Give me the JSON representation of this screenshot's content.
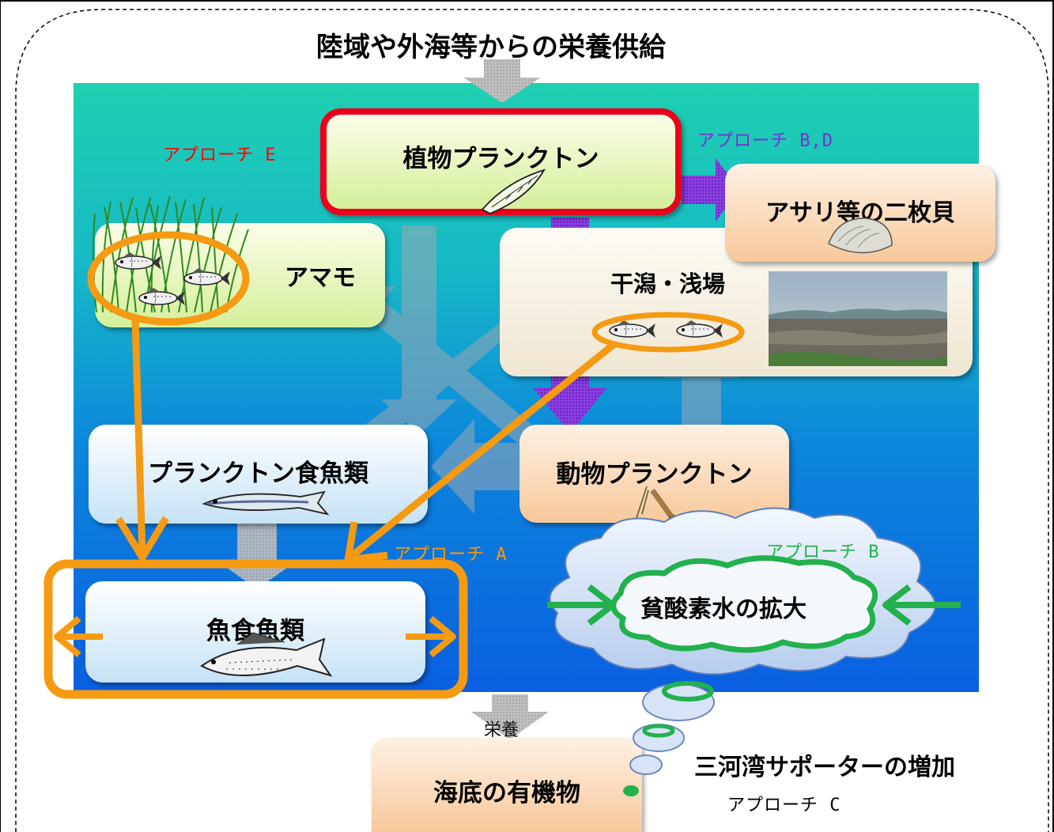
{
  "top_supply": "陸域や外海等からの栄養供給",
  "nodes": {
    "phytoplankton": "植物プランクトン",
    "eelgrass": "アマモ",
    "tidal_flat": "干潟・浅場",
    "bivalves": "アサリ等の二枚貝",
    "plankton_fish": "プランクトン食魚類",
    "zooplankton": "動物プランクトン",
    "piscivorous_fish": "魚食魚類",
    "hypoxia": "貧酸素水の拡大",
    "seabed_organics": "海底の有機物",
    "supporters": "三河湾サポーターの増加"
  },
  "nutrient_label": "栄養",
  "approaches": {
    "E": "アプローチ E",
    "BD": "アプローチ B,D",
    "A": "アプローチ A",
    "B": "アプローチ B",
    "C": "アプローチ C"
  },
  "colors": {
    "approach_E": "#ff0000",
    "approach_BD": "#7a2fd0",
    "approach_A": "#ff9900",
    "approach_B": "#22b14c",
    "approach_C": "#000000",
    "sea_top": "#1ed0b0",
    "sea_bottom": "#0a5fe0",
    "highlight_orange": "#f59a12",
    "highlight_red": "#e8001c"
  }
}
